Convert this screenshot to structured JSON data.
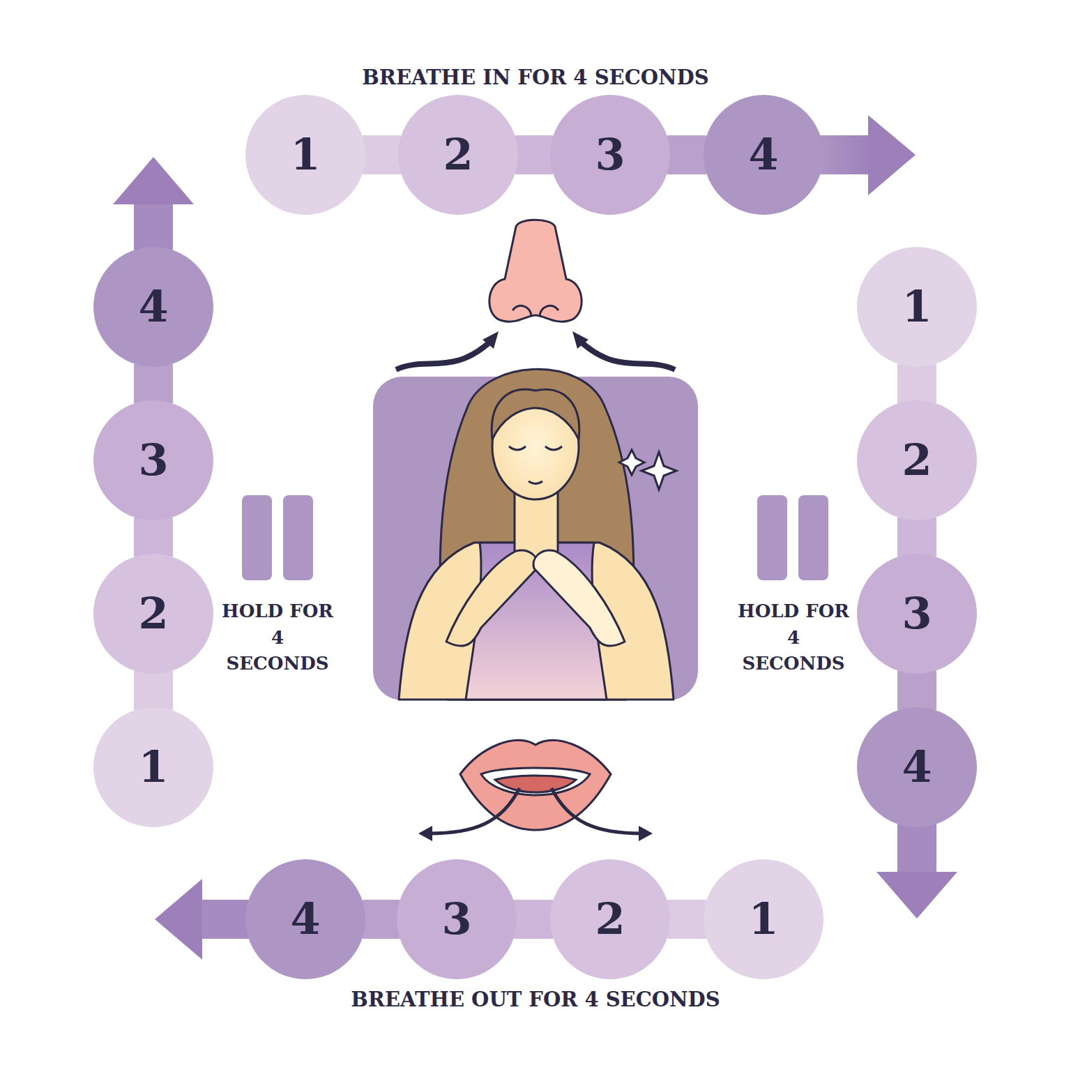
{
  "diagram": {
    "nodes": [
      {
        "text": [
          "1"
        ]
      },
      {
        "text": [
          "2"
        ]
      },
      {
        "text": [
          "3"
        ]
      },
      {
        "text": [
          "4"
        ]
      },
      {
        "text": [
          "1"
        ]
      },
      {
        "text": [
          "2"
        ]
      },
      {
        "text": [
          "3"
        ]
      },
      {
        "text": [
          "4"
        ]
      },
      {
        "text": [
          "1"
        ]
      },
      {
        "text": [
          "2"
        ]
      },
      {
        "text": [
          "3"
        ]
      },
      {
        "text": [
          "4"
        ]
      },
      {
        "text": [
          "1"
        ]
      },
      {
        "text": [
          "2"
        ]
      },
      {
        "text": [
          "3"
        ]
      },
      {
        "text": [
          "4"
        ]
      }
    ],
    "edges": [
      {
        "from": 0,
        "to": 1,
        "arrow": "none"
      },
      {
        "from": 1,
        "to": 2,
        "arrow": "none"
      },
      {
        "from": 2,
        "to": 3,
        "arrow": "none"
      },
      {
        "from": 4,
        "to": 5,
        "arrow": "none"
      },
      {
        "from": 5,
        "to": 6,
        "arrow": "none"
      },
      {
        "from": 6,
        "to": 7,
        "arrow": "none"
      },
      {
        "from": 8,
        "to": 9,
        "arrow": "none"
      },
      {
        "from": 9,
        "to": 10,
        "arrow": "none"
      },
      {
        "from": 10,
        "to": 11,
        "arrow": "none"
      },
      {
        "from": 12,
        "to": 13,
        "arrow": "none"
      },
      {
        "from": 13,
        "to": 14,
        "arrow": "none"
      },
      {
        "from": 14,
        "to": 15,
        "arrow": "none"
      }
    ],
    "labels": [
      "BREATHE IN FOR 4 SECONDS",
      "HOLD FOR 4 SECONDS",
      "HOLD FOR 4 SECONDS",
      "BREATHE OUT FOR 4 SECONDS"
    ]
  }
}
